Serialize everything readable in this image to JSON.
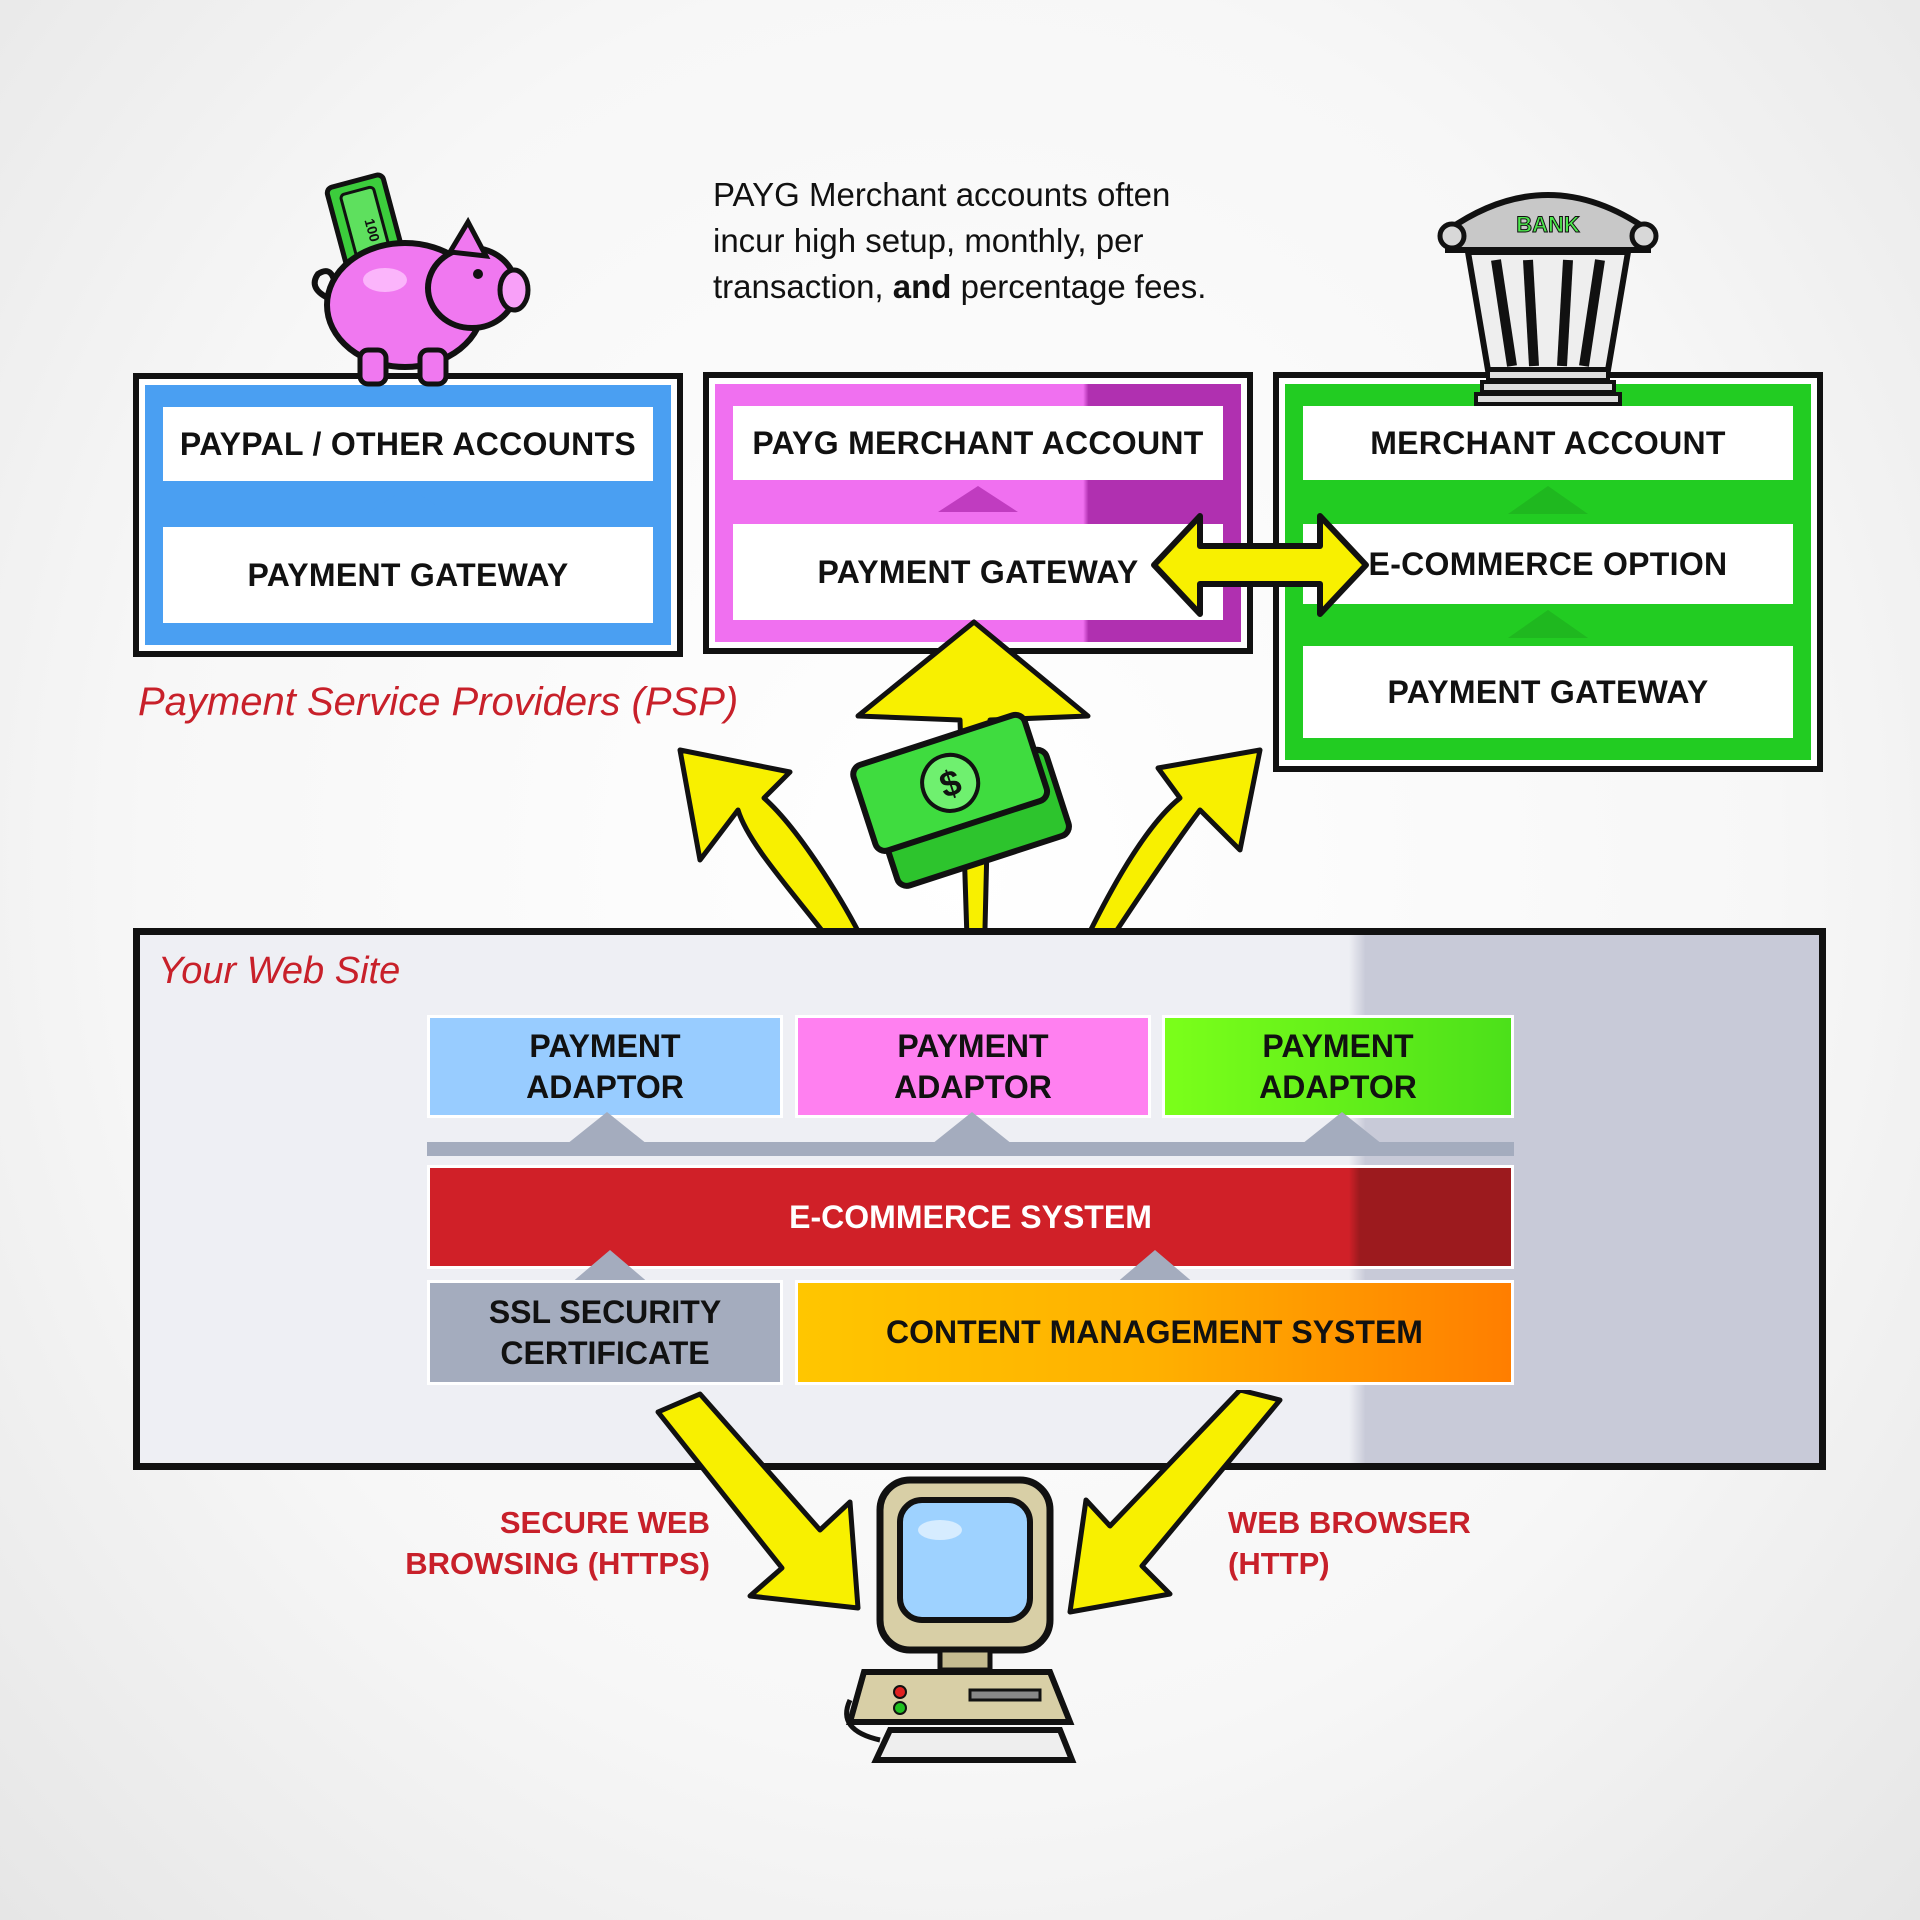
{
  "note": {
    "line1": "PAYG Merchant accounts often",
    "line2": "incur high setup, monthly,  per",
    "line3_pre": "transaction, ",
    "line3_bold": "and",
    "line3_post": " percentage fees."
  },
  "psp_card": {
    "top": "PAYPAL / OTHER ACCOUNTS",
    "bottom": "PAYMENT GATEWAY"
  },
  "payg_card": {
    "top": "PAYG MERCHANT ACCOUNT",
    "bottom": "PAYMENT GATEWAY"
  },
  "merchant_card": {
    "top": "MERCHANT ACCOUNT",
    "middle": "E-COMMERCE OPTION",
    "bottom": "PAYMENT GATEWAY"
  },
  "psp_label": "Payment Service Providers (PSP)",
  "bank_sign": "BANK",
  "bill_text": "100",
  "website": {
    "label": "Your Web Site",
    "adaptor1": [
      "PAYMENT",
      "ADAPTOR"
    ],
    "adaptor2": [
      "PAYMENT",
      "ADAPTOR"
    ],
    "adaptor3": [
      "PAYMENT",
      "ADAPTOR"
    ],
    "ecommerce": "E-COMMERCE SYSTEM",
    "ssl": [
      "SSL SECURITY",
      "CERTIFICATE"
    ],
    "cms": "CONTENT MANAGEMENT SYSTEM"
  },
  "secure_label": [
    "SECURE  WEB",
    "BROWSING (HTTPS)"
  ],
  "browser_label": [
    "WEB BROWSER",
    "(HTTP)"
  ],
  "colors": {
    "blue": "#4a9ff2",
    "magenta": "#c03cc0",
    "green": "#22cc22",
    "yellow": "#f8f000",
    "red": "#cc2028",
    "orange": "#ff9a00",
    "grey": "#a4acbe"
  }
}
